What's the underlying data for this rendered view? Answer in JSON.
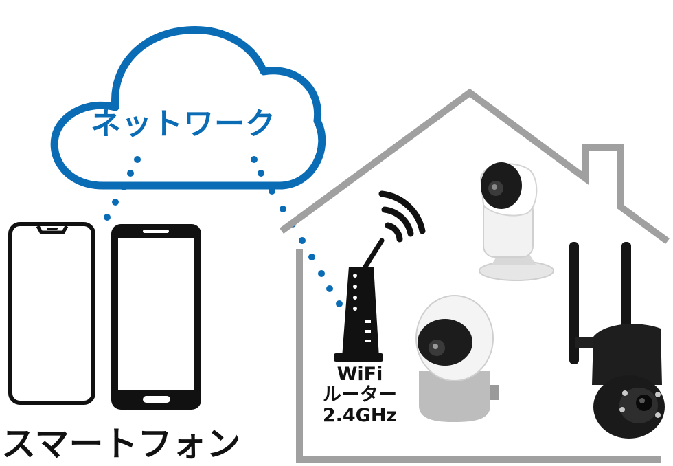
{
  "cloud": {
    "label": "ネットワーク"
  },
  "phones": {
    "label": "スマートフォン"
  },
  "router": {
    "line1": "WiFi",
    "line2": "ルーター",
    "line3": "2.4GHz"
  },
  "colors": {
    "accent": "#0a6cb5",
    "house": "#a0a0a0",
    "ink": "#111111"
  },
  "icons": [
    "cloud-icon",
    "smartphone-icon",
    "wifi-router-icon",
    "house-icon",
    "camera-icon"
  ]
}
